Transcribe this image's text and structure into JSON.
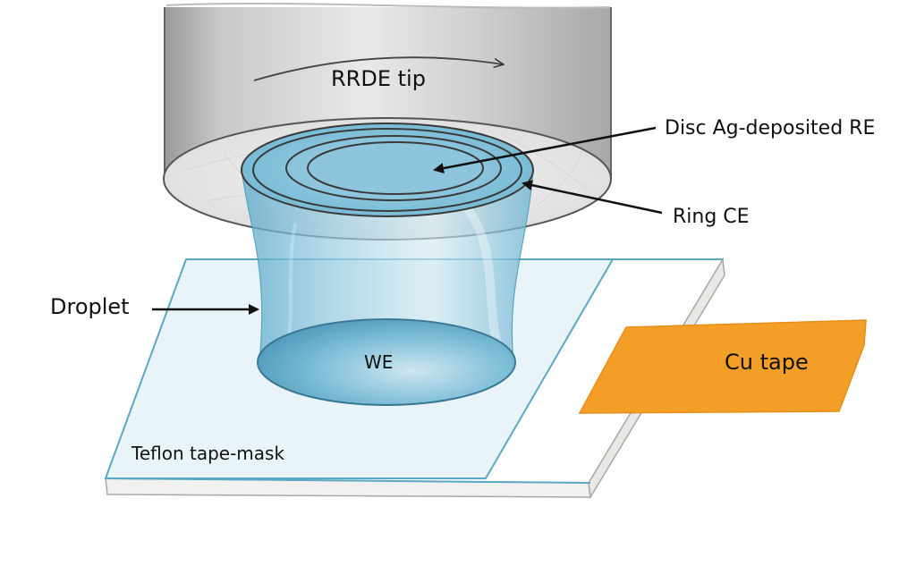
{
  "labels": {
    "rrde_tip": "RRDE tip",
    "disc": "Disc Ag-deposited RE",
    "ring": "Ring CE",
    "droplet": "Droplet",
    "we": "WE",
    "cu_tape": "Cu tape",
    "teflon": "Teflon tape-mask"
  },
  "colors": {
    "cylinder_gray": "#c4c4c4",
    "droplet_blue": "#6fb6d3",
    "plate_blue": "#e9f4f8",
    "plate_edge": "#5aa8c3",
    "cu_orange": "#f29a1c",
    "arrow": "#111111"
  }
}
